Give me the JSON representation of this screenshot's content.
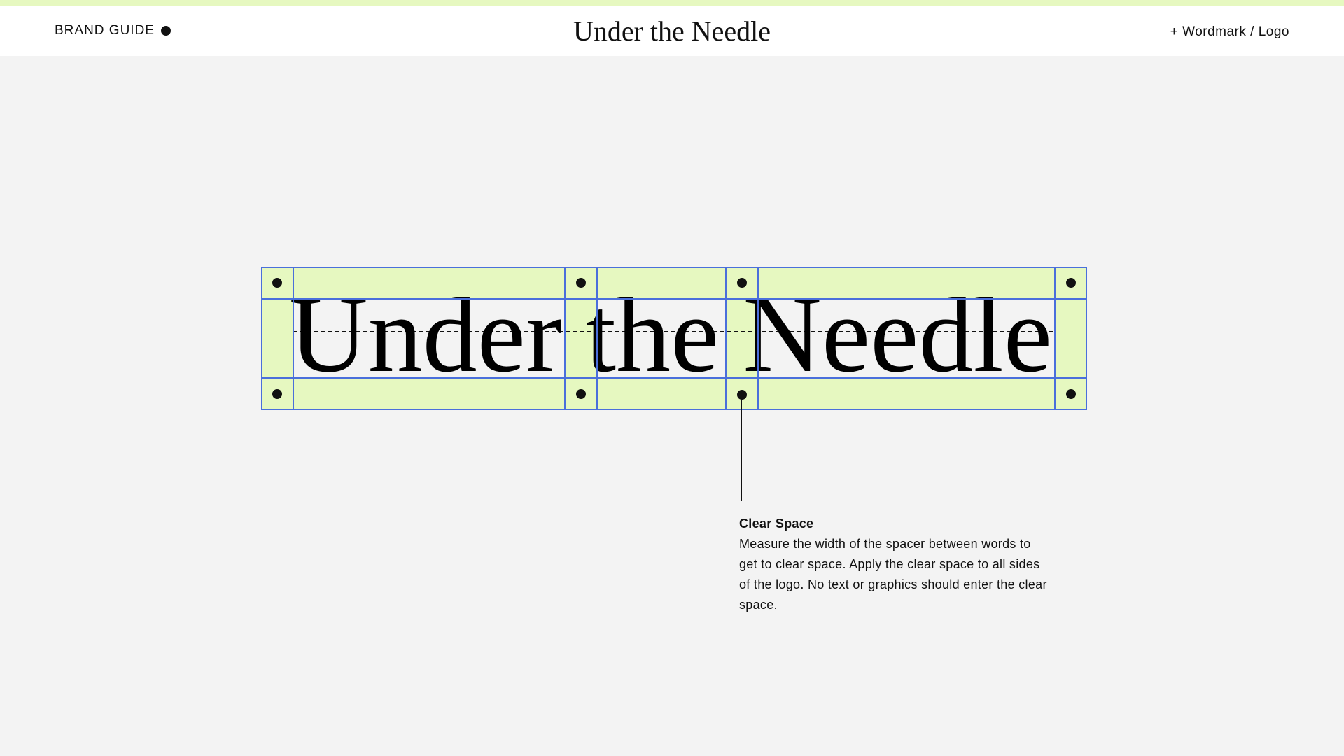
{
  "header": {
    "brand_label": "BRAND GUIDE",
    "site_title": "Under the Needle",
    "nav_link": "+ Wordmark / Logo"
  },
  "diagram": {
    "words": [
      "Under",
      "the",
      "Needle"
    ]
  },
  "note": {
    "title": "Clear Space",
    "body": "Measure the width of the spacer between words to get to clear space. Apply the clear space to all sides of the logo. No text or graphics should enter the clear space."
  },
  "colors": {
    "accent_green": "#e6f8c0",
    "guide_blue": "#4a6fdb",
    "background": "#f3f3f3"
  }
}
